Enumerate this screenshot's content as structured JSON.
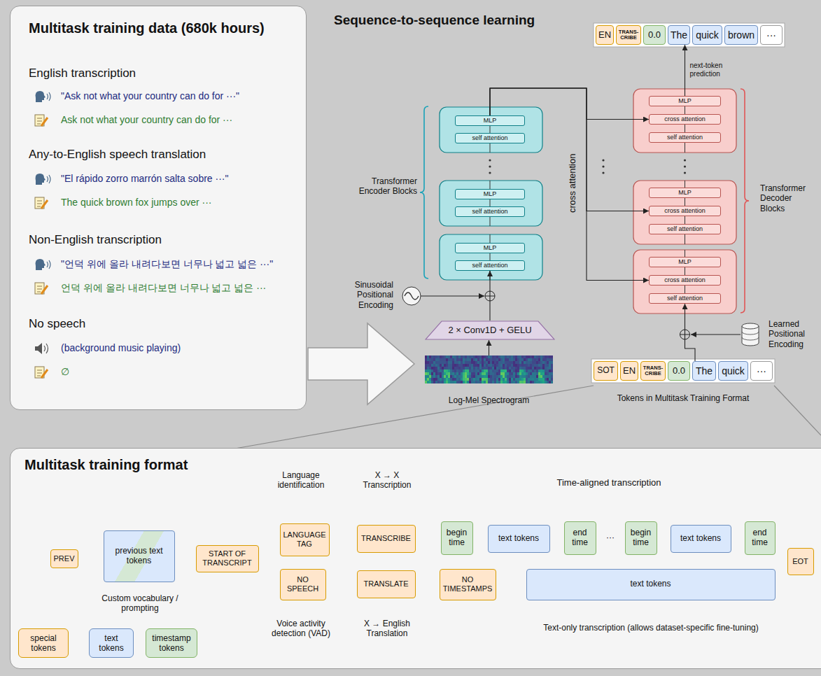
{
  "diagram": {
    "nodes": [
      {
        "text": [
          "Multitask training data (680k hours)",
          "English transcription",
          "\"Ask not what your country can do for ···\"",
          "Ask not what your country can do for ···",
          "Any-to-English speech translation",
          "\"El rápido zorro marrón salta sobre ···\"",
          "The quick brown fox jumps over ···",
          "Non-English transcription",
          "\"언덕 위에 올라 내려다보면 너무나 넓고 넓은 ···\"",
          "언덕 위에 올라 내려다보면 너무나 넓고 넓은 ···",
          "No speech",
          "(background music playing)",
          "∅"
        ]
      },
      {
        "text": [
          "EN"
        ]
      },
      {
        "text": [
          "TRANS- CRIBE"
        ]
      },
      {
        "text": [
          "0.0"
        ]
      },
      {
        "text": [
          "The"
        ]
      },
      {
        "text": [
          "quick"
        ]
      },
      {
        "text": [
          "brown"
        ]
      },
      {
        "text": [
          "···"
        ]
      },
      {
        "text": [
          "MLP"
        ]
      },
      {
        "text": [
          "self attention"
        ]
      },
      {
        "text": [
          "MLP"
        ]
      },
      {
        "text": [
          "self attention"
        ]
      },
      {
        "text": [
          "MLP"
        ]
      },
      {
        "text": [
          "self attention"
        ]
      },
      {
        "text": [
          "MLP"
        ]
      },
      {
        "text": [
          "cross attention"
        ]
      },
      {
        "text": [
          "self attention"
        ]
      },
      {
        "text": [
          "MLP"
        ]
      },
      {
        "text": [
          "cross attention"
        ]
      },
      {
        "text": [
          "self attention"
        ]
      },
      {
        "text": [
          "MLP"
        ]
      },
      {
        "text": [
          "cross attention"
        ]
      },
      {
        "text": [
          "self attention"
        ]
      },
      {
        "text": [
          "2 × Conv1D + GELU"
        ]
      },
      {
        "text": [
          "Log-Mel Spectrogram"
        ]
      },
      {
        "text": [
          "SOT"
        ]
      },
      {
        "text": [
          "EN"
        ]
      },
      {
        "text": [
          "TRANS- CRIBE"
        ]
      },
      {
        "text": [
          "0.0"
        ]
      },
      {
        "text": [
          "The"
        ]
      },
      {
        "text": [
          "quick"
        ]
      },
      {
        "text": [
          "···"
        ]
      },
      {
        "text": [
          "Multitask training format"
        ]
      },
      {
        "text": [
          "PREV"
        ],
        "in": 32
      },
      {
        "text": [
          "previous text tokens"
        ],
        "in": 32
      },
      {
        "text": [
          "START OF TRANSCRIPT"
        ],
        "in": 32
      },
      {
        "text": [
          "LANGUAGE TAG"
        ],
        "in": 32
      },
      {
        "text": [
          "NO SPEECH"
        ],
        "in": 32
      },
      {
        "text": [
          "TRANSCRIBE"
        ],
        "in": 32
      },
      {
        "text": [
          "TRANSLATE"
        ],
        "in": 32
      },
      {
        "text": [
          "begin time"
        ],
        "in": 32
      },
      {
        "text": [
          "text tokens"
        ],
        "in": 32
      },
      {
        "text": [
          "end time"
        ],
        "in": 32
      },
      {
        "text": [
          "begin time"
        ],
        "in": 32
      },
      {
        "text": [
          "text tokens"
        ],
        "in": 32
      },
      {
        "text": [
          "end time"
        ],
        "in": 32
      },
      {
        "text": [
          "NO TIMESTAMPS"
        ],
        "in": 32
      },
      {
        "text": [
          "text tokens"
        ],
        "in": 32
      },
      {
        "text": [
          "EOT"
        ],
        "in": 32
      }
    ],
    "edges": [
      {
        "from": 8,
        "to": 15,
        "arrow": "to"
      },
      {
        "from": 8,
        "to": 18,
        "arrow": "to"
      },
      {
        "from": 8,
        "to": 21,
        "arrow": "to"
      },
      {
        "from": 14,
        "to": 4,
        "label": "next-token prediction",
        "arrow": "to"
      },
      {
        "from": 29,
        "to": 22,
        "arrow": "to"
      },
      {
        "from": 23,
        "to": 13,
        "arrow": "to"
      },
      {
        "from": 24,
        "to": 23,
        "arrow": "to"
      },
      {
        "from": 33,
        "to": 34,
        "arrow": "to"
      },
      {
        "from": 34,
        "to": 35,
        "arrow": "to"
      },
      {
        "from": 35,
        "to": 36,
        "arrow": "to"
      },
      {
        "from": 35,
        "to": 37,
        "arrow": "to"
      },
      {
        "from": 36,
        "to": 38,
        "arrow": "to"
      },
      {
        "from": 36,
        "to": 39,
        "arrow": "to"
      },
      {
        "from": 38,
        "to": 40,
        "arrow": "to"
      },
      {
        "from": 38,
        "to": 46,
        "arrow": "to"
      },
      {
        "from": 39,
        "to": 40,
        "arrow": "to"
      },
      {
        "from": 39,
        "to": 46,
        "arrow": "to"
      },
      {
        "from": 40,
        "to": 41,
        "arrow": "to"
      },
      {
        "from": 41,
        "to": 42,
        "arrow": "to"
      },
      {
        "from": 42,
        "to": 43,
        "label": "···",
        "arrow": "to"
      },
      {
        "from": 43,
        "to": 44,
        "arrow": "to"
      },
      {
        "from": 44,
        "to": 45,
        "arrow": "to"
      },
      {
        "from": 45,
        "to": 48,
        "arrow": "to"
      },
      {
        "from": 46,
        "to": 47,
        "arrow": "to"
      },
      {
        "from": 47,
        "to": 48,
        "arrow": "to"
      },
      {
        "from": 37,
        "to": 48,
        "arrow": "to"
      }
    ],
    "labels": [
      "Sequence-to-sequence learning",
      "Transformer Encoder Blocks",
      "Transformer Decoder Blocks",
      "cross attention",
      "Sinusoidal Positional Encoding",
      "Learned Positional Encoding",
      "Tokens in Multitask Training Format",
      "Language identification",
      "X → X Transcription",
      "Time-aligned transcription",
      "Custom vocabulary / prompting",
      "Voice activity detection (VAD)",
      "X → English Translation",
      "Text-only transcription (allows dataset-specific fine-tuning)"
    ],
    "legend": [
      {
        "text": "special tokens",
        "color": "#ffe6cc"
      },
      {
        "text": "text tokens",
        "color": "#dae8fc"
      },
      {
        "text": "timestamp tokens",
        "color": "#d5e8d4"
      }
    ]
  }
}
